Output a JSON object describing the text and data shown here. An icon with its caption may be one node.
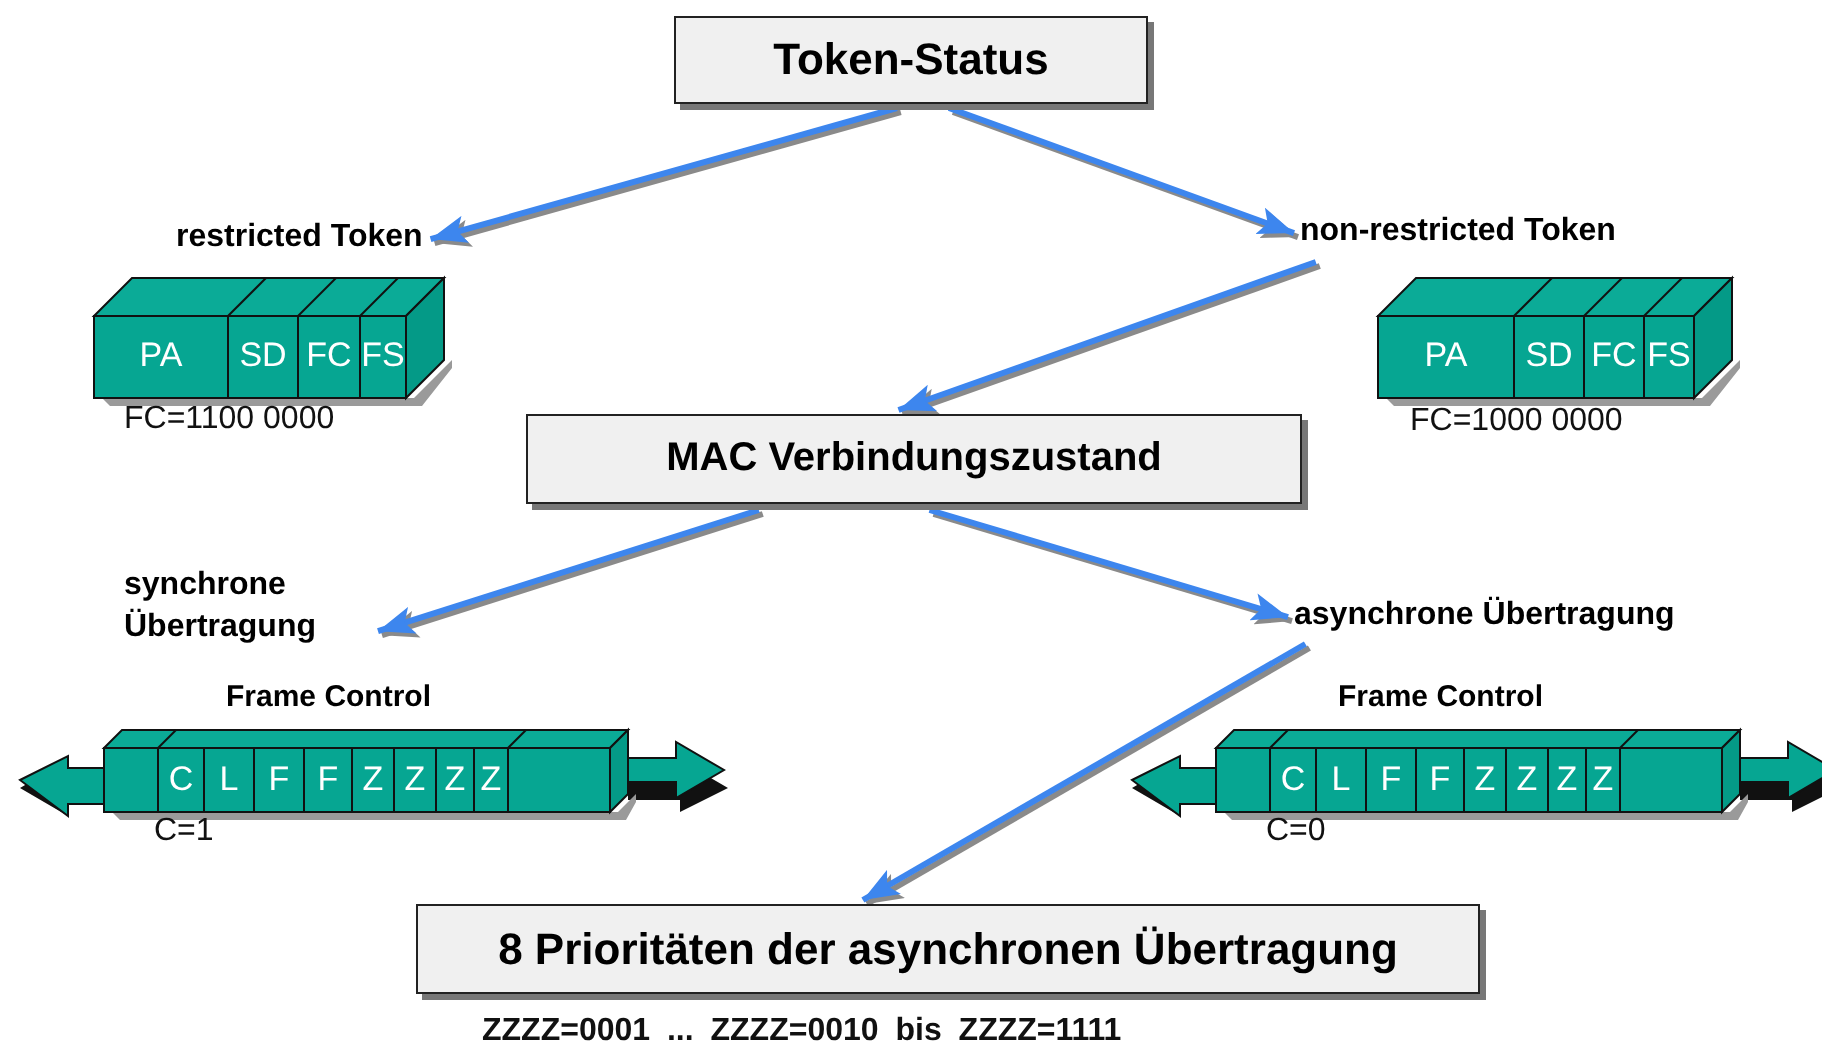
{
  "diagram": {
    "nodes": [
      {
        "text": [
          "Token-Status"
        ]
      },
      {
        "text": [
          "restricted Token"
        ]
      },
      {
        "text": [
          "non-restricted Token"
        ]
      },
      {
        "text": [
          "PA",
          "SD",
          "FC",
          "FS"
        ],
        "beside": [
          "FC=1100 0000"
        ]
      },
      {
        "text": [
          "PA",
          "SD",
          "FC",
          "FS"
        ],
        "beside": [
          "FC=1000 0000"
        ]
      },
      {
        "text": [
          "MAC Verbindungszustand"
        ]
      },
      {
        "text": [
          "synchrone Übertragung"
        ]
      },
      {
        "text": [
          "asynchrone Übertragung"
        ]
      },
      {
        "text": [
          "Frame Control",
          "C",
          "L",
          "F",
          "F",
          "Z",
          "Z",
          "Z",
          "Z"
        ],
        "beside": [
          "C=1"
        ]
      },
      {
        "text": [
          "Frame Control",
          "C",
          "L",
          "F",
          "F",
          "Z",
          "Z",
          "Z",
          "Z"
        ],
        "beside": [
          "C=0"
        ]
      },
      {
        "text": [
          "8 Prioritäten der asynchronen Übertragung"
        ],
        "beside": [
          "ZZZZ=0001 ... ZZZZ=0010 bis ZZZZ=1111"
        ]
      }
    ],
    "edges": [
      {
        "from": 0,
        "to": 1,
        "arrow": "to"
      },
      {
        "from": 0,
        "to": 2,
        "arrow": "to"
      },
      {
        "from": 2,
        "to": 5,
        "arrow": "to"
      },
      {
        "from": 5,
        "to": 6,
        "arrow": "to"
      },
      {
        "from": 5,
        "to": 7,
        "arrow": "to"
      },
      {
        "from": 7,
        "to": 10,
        "arrow": "to"
      }
    ]
  }
}
